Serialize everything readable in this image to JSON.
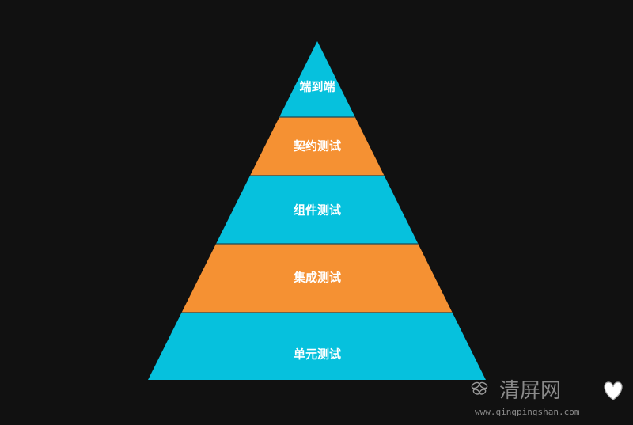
{
  "colors": {
    "background": "#111111",
    "blue": "#06c1dd",
    "orange": "#f59133",
    "divider": "#1e4a55",
    "label": "#ffffff"
  },
  "pyramid": {
    "layers": [
      {
        "label": "端到端",
        "color": "blue"
      },
      {
        "label": "契约测试",
        "color": "orange"
      },
      {
        "label": "组件测试",
        "color": "blue"
      },
      {
        "label": "集成测试",
        "color": "orange"
      },
      {
        "label": "单元测试",
        "color": "blue"
      }
    ]
  },
  "watermark": {
    "site_name": "清屏网",
    "url": "www.qingpingshan.com"
  }
}
